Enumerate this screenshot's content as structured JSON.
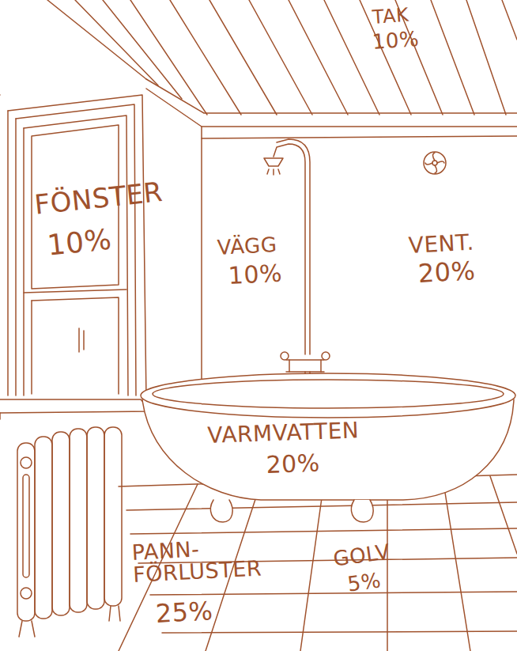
{
  "diagram": {
    "labels": [
      "TAK",
      "10%",
      "FÖNSTER",
      "10%",
      "VÄGG",
      "10%",
      "VENT.",
      "20%",
      "VARMVATTEN",
      "20%",
      "PANN- FÖRLUSTER",
      "25%",
      "GOLV",
      "5%"
    ]
  }
}
